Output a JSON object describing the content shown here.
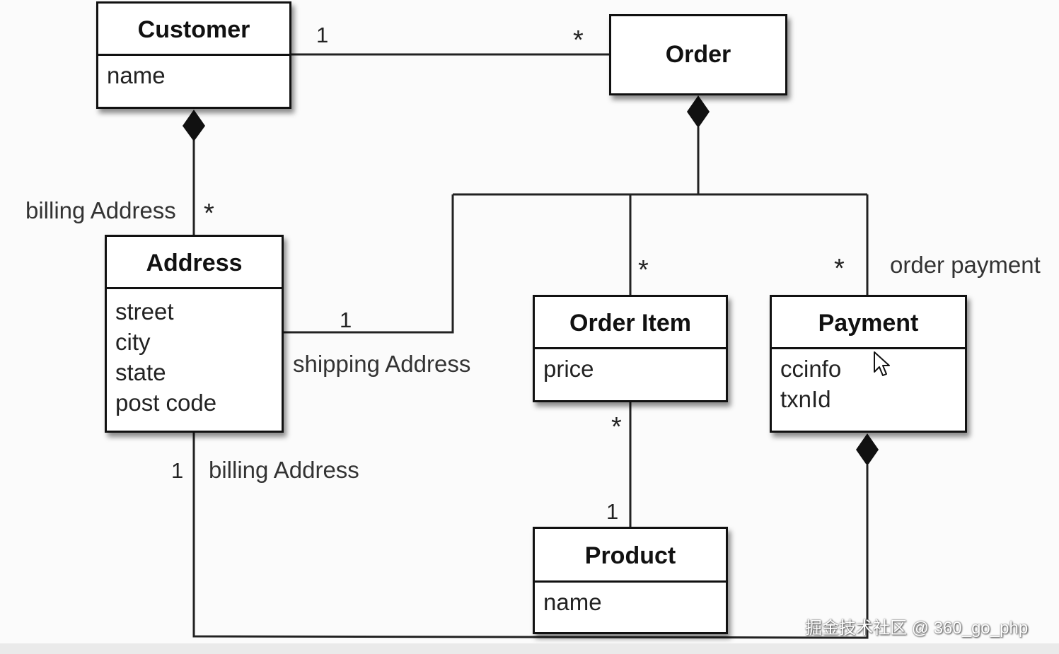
{
  "classes": {
    "customer": {
      "name": "Customer",
      "attributes": [
        "name"
      ]
    },
    "order": {
      "name": "Order",
      "attributes": []
    },
    "address": {
      "name": "Address",
      "attributes": [
        "street",
        "city",
        "state",
        "post code"
      ]
    },
    "order_item": {
      "name": "Order Item",
      "attributes": [
        "price"
      ]
    },
    "payment": {
      "name": "Payment",
      "attributes": [
        "ccinfo",
        "txnId"
      ]
    },
    "product": {
      "name": "Product",
      "attributes": [
        "name"
      ]
    }
  },
  "labels": {
    "billing_address_top": "billing Address",
    "billing_address_bottom": "billing Address",
    "shipping_address": "shipping Address",
    "order_payment": "order payment"
  },
  "multiplicities": {
    "customer_order_one": "1",
    "customer_order_many": "*",
    "customer_address_many": "*",
    "shipping_one": "1",
    "order_item_many": "*",
    "payment_many": "*",
    "item_product_many": "*",
    "item_product_one": "1",
    "address_billing_one": "1"
  },
  "watermark": "掘金技术社区 @ 360_go_php"
}
